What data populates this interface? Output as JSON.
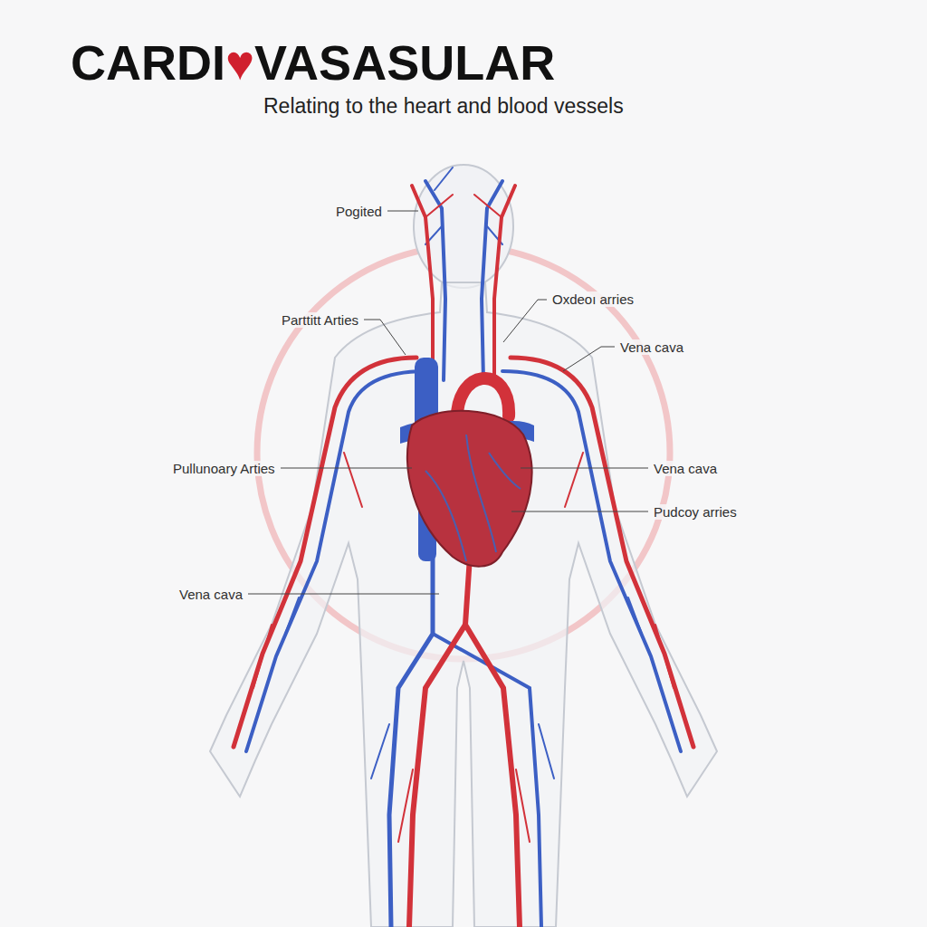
{
  "diagram": {
    "title": "CARDI♥VASASULAR",
    "caption": "Relating to the heart and blood vessels",
    "labels": [
      "Pogited",
      "Parttitt Arties",
      "Oxdeoı arries",
      "Vena cava",
      "Pullunoary Arties",
      "Vena cava",
      "Pudcoy arries",
      "Vena cava"
    ]
  }
}
